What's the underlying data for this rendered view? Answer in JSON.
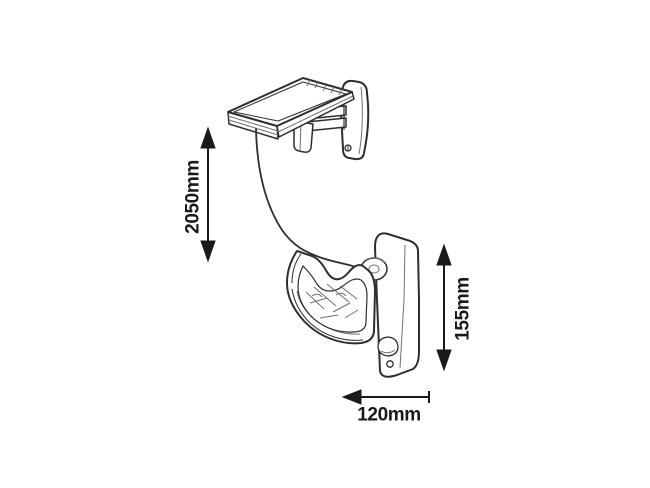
{
  "canvas": {
    "background": "#ffffff"
  },
  "colors": {
    "line": "#2e2e2e",
    "line_light": "#707070",
    "text": "#1a1a1a"
  },
  "dimensions": {
    "mounting_height": {
      "label": "2050mm",
      "orientation": "vertical"
    },
    "fixture_height": {
      "label": "155mm",
      "orientation": "vertical"
    },
    "fixture_depth": {
      "label": "120mm",
      "orientation": "horizontal"
    }
  },
  "parts": {
    "solar_panel": "solar-panel",
    "wall_bracket": "solar-panel-wall-bracket",
    "cable": "connection-cable",
    "light_fixture": "wall-light-fixture"
  }
}
